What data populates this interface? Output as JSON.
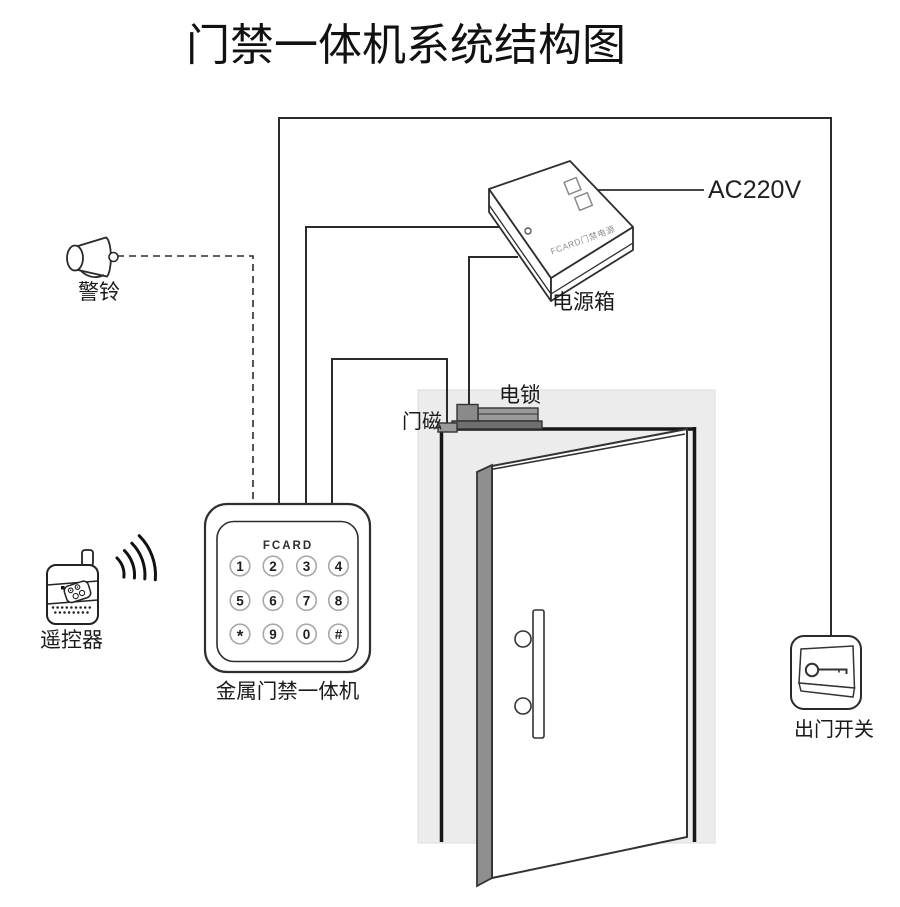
{
  "title": "门禁一体机系统结构图",
  "labels": {
    "ac_power": "AC220V",
    "power_box": "电源箱",
    "power_box_print": "FCARD门禁电源",
    "alarm": "警铃",
    "remote": "遥控器",
    "keypad_caption": "金属门禁一体机",
    "keypad_brand": "FCARD",
    "door_lock": "电锁",
    "door_magnet": "门磁",
    "exit_switch": "出门开关"
  },
  "keypad": {
    "buttons": [
      "1",
      "2",
      "3",
      "4",
      "5",
      "6",
      "7",
      "8",
      "*",
      "9",
      "0",
      "#"
    ]
  },
  "colors": {
    "line": "#2b2b2b",
    "wall": "#ececec",
    "lock_dark": "#6f6f6f",
    "lock_mid": "#9a9a9a",
    "door_edge": "#8f8f8f"
  }
}
